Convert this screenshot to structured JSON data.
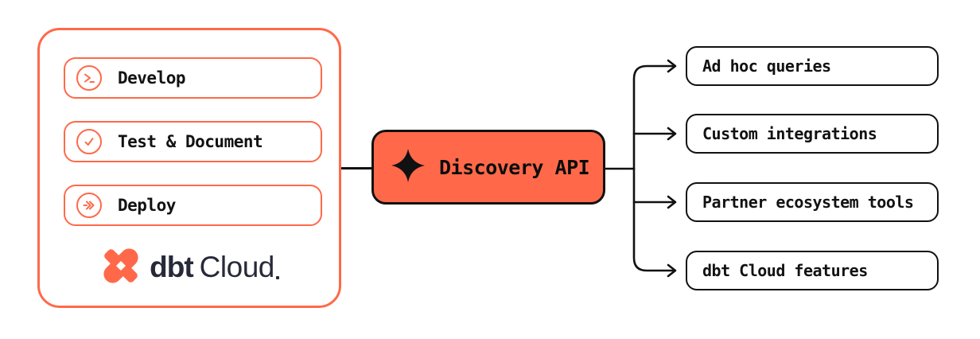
{
  "diagram": {
    "colors": {
      "accent_orange": "#FF694A",
      "line_black": "#111111",
      "logo_navy": "#262A38",
      "background": "#FFFFFF"
    },
    "dbt_cloud_panel": {
      "steps": [
        {
          "label": "Develop",
          "icon": "terminal-prompt-icon"
        },
        {
          "label": "Test & Document",
          "icon": "check-circle-icon"
        },
        {
          "label": "Deploy",
          "icon": "deploy-arrow-icon"
        }
      ],
      "logo": {
        "mark_icon": "dbt-logo-mark",
        "brand_bold": "dbt",
        "brand_regular": "Cloud"
      }
    },
    "api_node": {
      "label": "Discovery API",
      "icon": "sparkle-icon"
    },
    "consumers": [
      {
        "label": "Ad hoc queries"
      },
      {
        "label": "Custom integrations"
      },
      {
        "label": "Partner ecosystem tools"
      },
      {
        "label": "dbt Cloud features"
      }
    ]
  }
}
